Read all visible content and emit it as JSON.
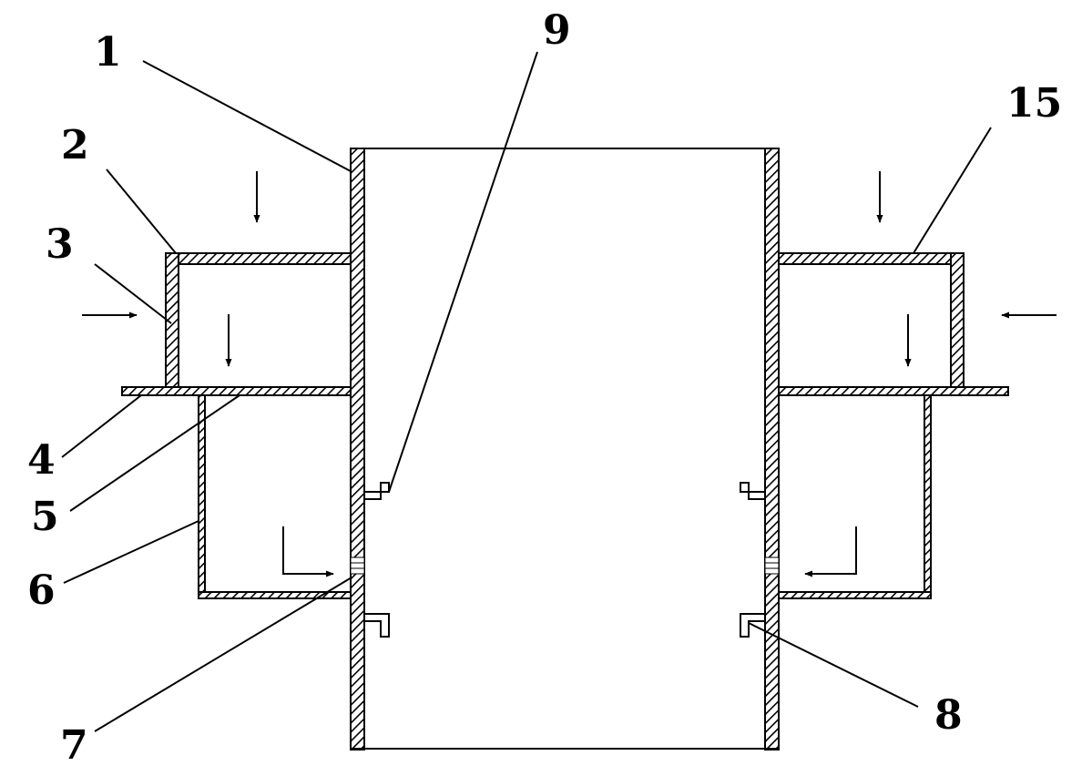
{
  "diagram": {
    "labels": {
      "l1": "1",
      "l2": "2",
      "l3": "3",
      "l4": "4",
      "l5": "5",
      "l6": "6",
      "l7": "7",
      "l8": "8",
      "l9": "9",
      "l15": "15"
    }
  }
}
